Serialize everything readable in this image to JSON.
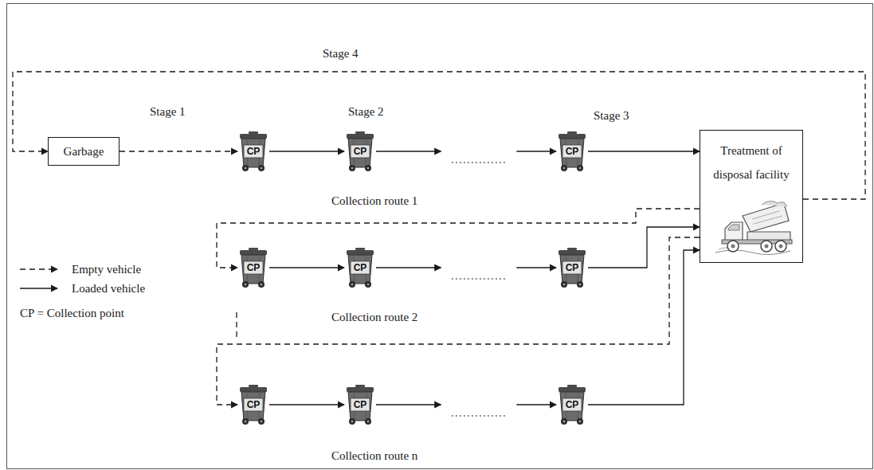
{
  "diagram": {
    "nodes": [
      {
        "text": [
          "Garbage"
        ]
      },
      {
        "text": [
          "CP"
        ]
      },
      {
        "text": [
          "CP"
        ]
      },
      {
        "text": [
          "CP"
        ]
      },
      {
        "text": [
          "Treatment of disposal facility"
        ]
      },
      {
        "text": [
          "CP"
        ]
      },
      {
        "text": [
          "CP"
        ]
      },
      {
        "text": [
          "CP"
        ]
      },
      {
        "text": [
          "CP"
        ]
      },
      {
        "text": [
          "CP"
        ]
      },
      {
        "text": [
          "CP"
        ]
      }
    ],
    "edges": [
      {
        "from": 0,
        "to": 1,
        "arrow": "to"
      },
      {
        "from": 1,
        "to": 2,
        "arrow": "to"
      },
      {
        "from": 2,
        "to": 3,
        "arrow": "to"
      },
      {
        "from": 3,
        "to": 4,
        "arrow": "to"
      },
      {
        "from": 4,
        "to": 0,
        "arrow": "to"
      },
      {
        "from": 4,
        "to": 5,
        "arrow": "to"
      },
      {
        "from": 5,
        "to": 6,
        "arrow": "to"
      },
      {
        "from": 6,
        "to": 7,
        "arrow": "to"
      },
      {
        "from": 7,
        "to": 4,
        "arrow": "to"
      },
      {
        "from": 4,
        "to": 8,
        "arrow": "to"
      },
      {
        "from": 8,
        "to": 9,
        "arrow": "to"
      },
      {
        "from": 9,
        "to": 10,
        "arrow": "to"
      },
      {
        "from": 10,
        "to": 4,
        "arrow": "to"
      }
    ],
    "labels": [
      "Stage 4",
      "Stage 1",
      "Stage 2",
      "Stage 3",
      "Collection route 1",
      "Collection route 2",
      "Collection route n",
      "CP = Collection point"
    ],
    "legend": [
      {
        "text": "Empty vehicle"
      },
      {
        "text": "Loaded vehicle"
      }
    ]
  }
}
